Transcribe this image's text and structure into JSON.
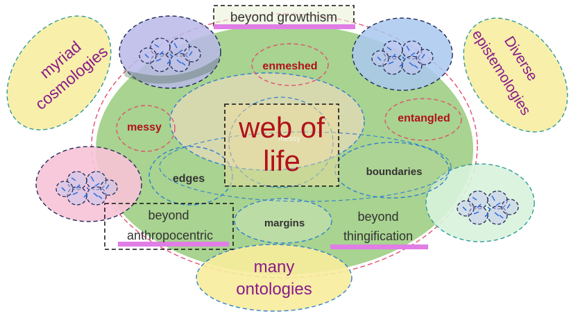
{
  "center": {
    "line1": "web of",
    "line2": "life",
    "ghost": "messy"
  },
  "outer": {
    "top_left": {
      "line1": "myriad",
      "line2": "cosmologies"
    },
    "top_right": {
      "line1": "Diverse",
      "line2": "epistemologies"
    },
    "bottom": {
      "line1": "many",
      "line2": "ontologies"
    }
  },
  "beyond": {
    "growthism": "beyond growthism",
    "anthropocentric": {
      "line1": "beyond",
      "line2": "anthropocentric"
    },
    "thingification": {
      "line1": "beyond",
      "line2": "thingification"
    }
  },
  "qualities": {
    "enmeshed": "enmeshed",
    "messy": "messy",
    "entangled": "entangled"
  },
  "zones": {
    "edges": "edges",
    "boundaries": "boundaries",
    "margins": "margins"
  },
  "colors": {
    "green_field": "#9fce84",
    "red_text": "#b0121b",
    "purple_text": "#8a1a8a",
    "pink_highlight": "#e07ee6",
    "yellow": "#f7ec9c",
    "pink_dash": "#e0506e",
    "blue_dash": "#2f7fd0"
  },
  "icons": [
    "cluster-network-icon"
  ]
}
